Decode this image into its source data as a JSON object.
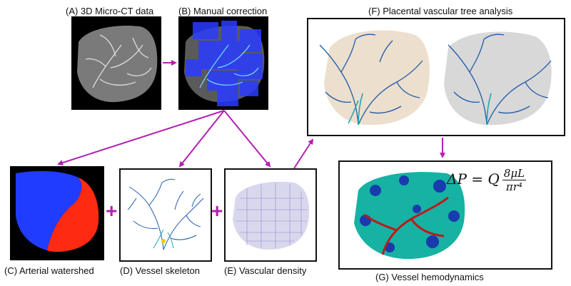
{
  "labels": {
    "a": "(A) 3D Micro-CT data",
    "b": "(B) Manual correction",
    "c": "(C) Arterial watershed",
    "d": "(D) Vessel skeleton",
    "e": "(E) Vascular density",
    "f": "(F) Placental vascular tree analysis",
    "g": "(G) Vessel hemodynamics"
  },
  "formula": {
    "lhs": "ΔP = Q",
    "num": "8μL",
    "den": "πr⁴"
  },
  "operators": {
    "plus": "+"
  },
  "colors": {
    "arrow": "#b31fb3",
    "watershed_blue": "#1f3cff",
    "watershed_red": "#ff2a12",
    "vessel_blue": "#1e5aa8",
    "vessel_teal": "#20a8b0",
    "vessel_navy": "#12127a",
    "density_lavender": "#b9b6dd",
    "tan_cloud": "#e7d7c0",
    "hemo_red": "#c01818",
    "hemo_teal": "#16b2a3"
  }
}
